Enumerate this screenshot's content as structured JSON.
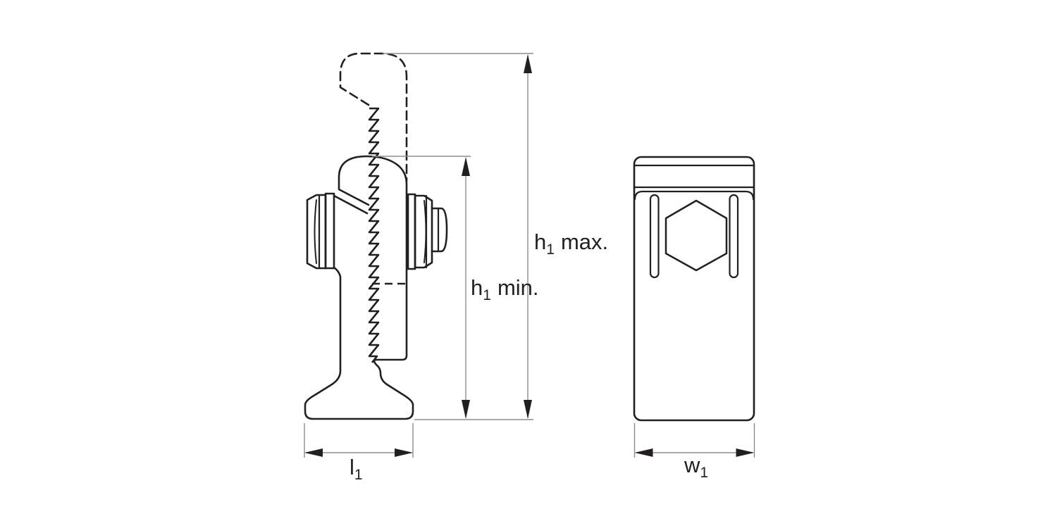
{
  "drawing": {
    "type": "technical-dimension-drawing",
    "colors": {
      "outline": "#231f20",
      "dimension_line": "#8d8d8d",
      "background": "#ffffff"
    },
    "dimensions": {
      "h1_max": {
        "base": "h",
        "sub": "1",
        "suffix": "max."
      },
      "h1_min": {
        "base": "h",
        "sub": "1",
        "suffix": "min."
      },
      "l1": {
        "base": "l",
        "sub": "1",
        "suffix": ""
      },
      "w1": {
        "base": "w",
        "sub": "1",
        "suffix": ""
      }
    }
  }
}
